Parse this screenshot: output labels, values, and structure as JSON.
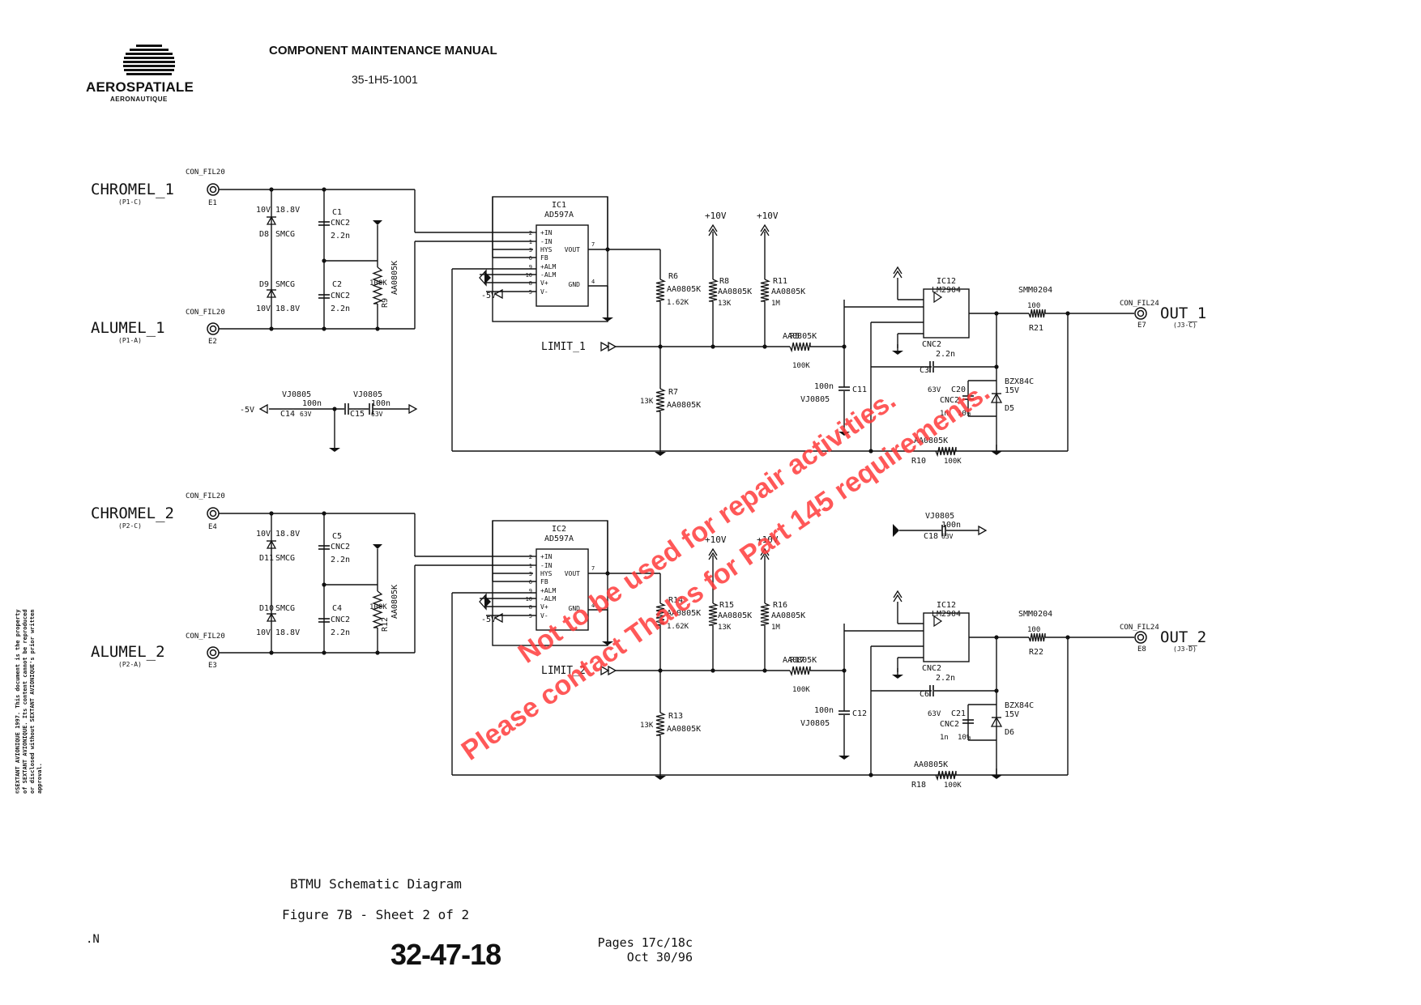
{
  "header": {
    "title": "COMPONENT MAINTENANCE MANUAL",
    "doc_number": "35-1H5-1001"
  },
  "logo": {
    "name": "AEROSPATIALE",
    "sub": "AERONAUTIQUE"
  },
  "copyright": "©SEXTANT AVIONIQUE 1997. This document is the property of SEXTANT AVIONIQUE. Its content cannot be reproduced or disclosed without SEXTANT AVIONIQUE's prior written approval.",
  "caption": {
    "title": "BTMU Schematic Diagram",
    "figure": "Figure 7B - Sheet 2 of 2"
  },
  "footer": {
    "marker": ".N",
    "chapter": "32-47-18",
    "pages": "Pages 17c/18c",
    "date": "Oct 30/96"
  },
  "watermark": {
    "line1": "Not to be used for repair activities.",
    "line2": "Please contact Thales for Part 145 requirements."
  },
  "schematic": {
    "ch1": {
      "in_hi": "CHROMEL_1",
      "in_hi_pin": "(P1-C)",
      "in_hi_conn": "CON_FIL20",
      "in_hi_e": "E1",
      "in_lo": "ALUMEL_1",
      "in_lo_pin": "(P1-A)",
      "in_lo_conn": "CON_FIL20",
      "in_lo_e": "E2",
      "d_top_v": "10V",
      "d_top_val": "18.8V",
      "d_top": "D8",
      "d_top_type": "SMCG",
      "d_bot": "D9",
      "d_bot_type": "SMCG",
      "d_bot_v": "10V",
      "d_bot_val": "18.8V",
      "c_a": "C1",
      "c_a_type": "CNC2",
      "c_a_val": "2.2n",
      "c_b": "C2",
      "c_b_type": "CNC2",
      "c_b_val": "2.2n",
      "r_in": "R9",
      "r_in_type": "AA0805K",
      "r_in_val": "100K",
      "ic": "IC1",
      "ic_type": "AD597A",
      "pins": [
        "+IN",
        "-IN",
        "HYS",
        "FB",
        "+ALM",
        "-ALM",
        "V+",
        "V-"
      ],
      "pin_nums": [
        "2",
        "1",
        "3",
        "6",
        "9",
        "10",
        "8",
        "5"
      ],
      "vout": "VOUT",
      "vout_pin": "7",
      "gnd": "GND",
      "gnd_pin": "4",
      "neg5": "-5V",
      "v10a": "+10V",
      "v10b": "+10V",
      "ra": "R6",
      "ra_type": "AA0805K",
      "ra_val": "1.62K",
      "rb": "R8",
      "rb_type": "AA0805K",
      "rb_val": "13K",
      "rc": "R11",
      "rc_type": "AA0805K",
      "rc_val": "1M",
      "rd": "R7",
      "rd_type": "AA0805K",
      "rd_val": "13K",
      "limit": "LIMIT_1",
      "rser": "R5",
      "rser_type": "AA0805K",
      "rser_val": "100K",
      "cf": "C11",
      "cf_val": "100n",
      "cf_type": "VJ0805",
      "op": "IC12",
      "op_type": "LM2904",
      "cfb": "C3",
      "cfb_type": "CNC2",
      "cfb_val": "2.2n",
      "cz": "C20",
      "cz_v": "63V",
      "cz_type": "CNC2",
      "cz_val": "1n",
      "cz_tol": "10%",
      "dz": "D5",
      "dz_type": "BZX84C",
      "dz_val": "15V",
      "rfb": "R10",
      "rfb_type": "AA0805K",
      "rfb_val": "100K",
      "rout": "R21",
      "rout_type": "SMM0204",
      "rout_val": "100",
      "out_conn": "CON_FIL24",
      "out_e": "E7",
      "out": "OUT_1",
      "out_pin": "(J3-C)"
    },
    "ch2": {
      "in_hi": "CHROMEL_2",
      "in_hi_pin": "(P2-C)",
      "in_hi_conn": "CON_FIL20",
      "in_hi_e": "E4",
      "in_lo": "ALUMEL_2",
      "in_lo_pin": "(P2-A)",
      "in_lo_conn": "CON_FIL20",
      "in_lo_e": "E3",
      "d_top_v": "10V",
      "d_top_val": "18.8V",
      "d_top": "D11",
      "d_top_type": "SMCG",
      "d_bot": "D10",
      "d_bot_type": "SMCG",
      "d_bot_v": "10V",
      "d_bot_val": "18.8V",
      "c_a": "C5",
      "c_a_type": "CNC2",
      "c_a_val": "2.2n",
      "c_b": "C4",
      "c_b_type": "CNC2",
      "c_b_val": "2.2n",
      "r_in": "R12",
      "r_in_type": "AA0805K",
      "r_in_val": "100K",
      "ic": "IC2",
      "ic_type": "AD597A",
      "pins": [
        "+IN",
        "-IN",
        "HYS",
        "FB",
        "+ALM",
        "-ALM",
        "V+",
        "V-"
      ],
      "pin_nums": [
        "2",
        "1",
        "3",
        "6",
        "9",
        "10",
        "8",
        "5"
      ],
      "vout": "VOUT",
      "vout_pin": "7",
      "gnd": "GND",
      "gnd_pin": "4",
      "neg5": "-5V",
      "v10a": "+10V",
      "v10b": "+10V",
      "ra": "R14",
      "ra_type": "AA0805K",
      "ra_val": "1.62K",
      "rb": "R15",
      "rb_type": "AA0805K",
      "rb_val": "13K",
      "rc": "R16",
      "rc_type": "AA0805K",
      "rc_val": "1M",
      "rd": "R13",
      "rd_type": "AA0805K",
      "rd_val": "13K",
      "limit": "LIMIT_2",
      "rser": "R17",
      "rser_type": "AA0805K",
      "rser_val": "100K",
      "cf": "C12",
      "cf_val": "100n",
      "cf_type": "VJ0805",
      "op": "IC12",
      "op_type": "LM2904",
      "cfb": "C6",
      "cfb_type": "CNC2",
      "cfb_val": "2.2n",
      "cz": "C21",
      "cz_v": "63V",
      "cz_type": "CNC2",
      "cz_val": "1n",
      "cz_tol": "10%",
      "dz": "D6",
      "dz_type": "BZX84C",
      "dz_val": "15V",
      "rfb": "R18",
      "rfb_type": "AA0805K",
      "rfb_val": "100K",
      "rout": "R22",
      "rout_type": "SMM0204",
      "rout_val": "100",
      "out_conn": "CON_FIL24",
      "out_e": "E8",
      "out": "OUT_2",
      "out_pin": "(J3-D)"
    },
    "decoupling": {
      "neg5": "-5V",
      "c14": "C14",
      "c14_type": "VJ0805",
      "c14_val": "100n",
      "c14_v": "63V",
      "c15": "C15",
      "c15_type": "VJ0805",
      "c15_val": "100n",
      "c15_v": "63V",
      "c18": "C18",
      "c18_type": "VJ0805",
      "c18_val": "100n",
      "c18_v": "63V"
    }
  }
}
